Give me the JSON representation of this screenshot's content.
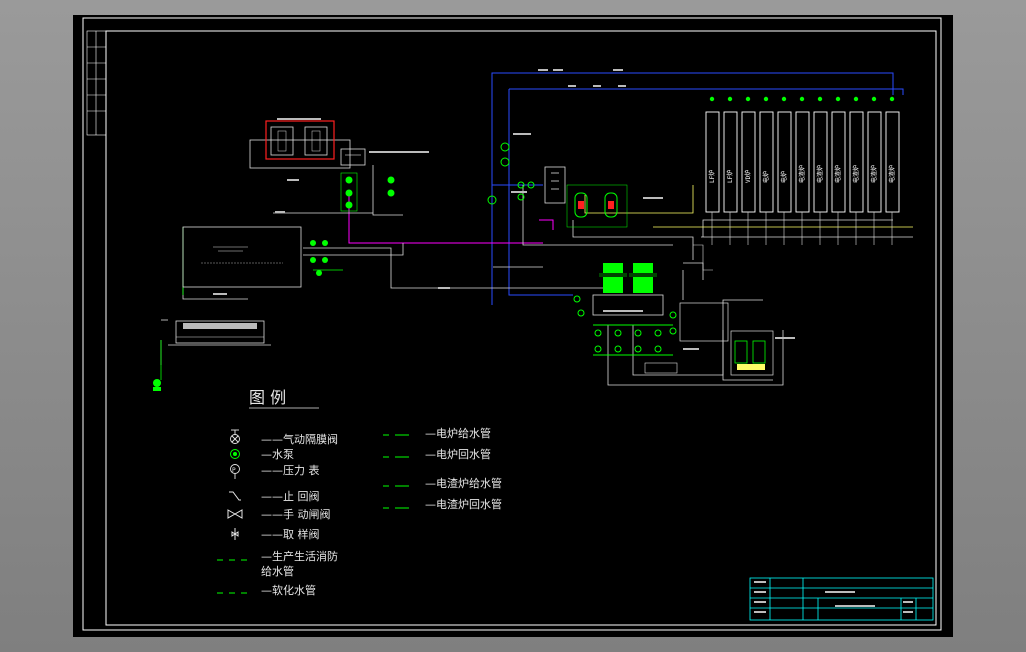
{
  "legend": {
    "title": "图  例",
    "symbols": [
      {
        "label": "——气动隔膜阀",
        "icon": "diaphragm-valve-icon"
      },
      {
        "label": "—水泵",
        "icon": "pump-icon"
      },
      {
        "label": "——压力 表",
        "icon": "pressure-gauge-icon"
      },
      {
        "label": "——止 回阀",
        "icon": "check-valve-icon"
      },
      {
        "label": "——手 动闸阀",
        "icon": "gate-valve-icon"
      },
      {
        "label": "——取 样阀",
        "icon": "sampling-valve-icon"
      }
    ],
    "pipes_left": [
      {
        "label_line1": "—生产生活消防",
        "label_line2": "给水管"
      },
      {
        "label_line1": "—软化水管",
        "label_line2": ""
      }
    ],
    "pipes_right": [
      {
        "label": "—电炉给水管"
      },
      {
        "label": "—电炉回水管"
      },
      {
        "label": "—电渣炉给水管"
      },
      {
        "label": "—电渣炉回水管"
      }
    ]
  },
  "colors": {
    "background": "#000000",
    "frame": "#ffffff",
    "pump": "#00ff00",
    "blue_pipe": "#2a4bff",
    "magenta_pipe": "#ff00ff",
    "highlight": "#ff2020",
    "title_block": "#00ffff"
  }
}
